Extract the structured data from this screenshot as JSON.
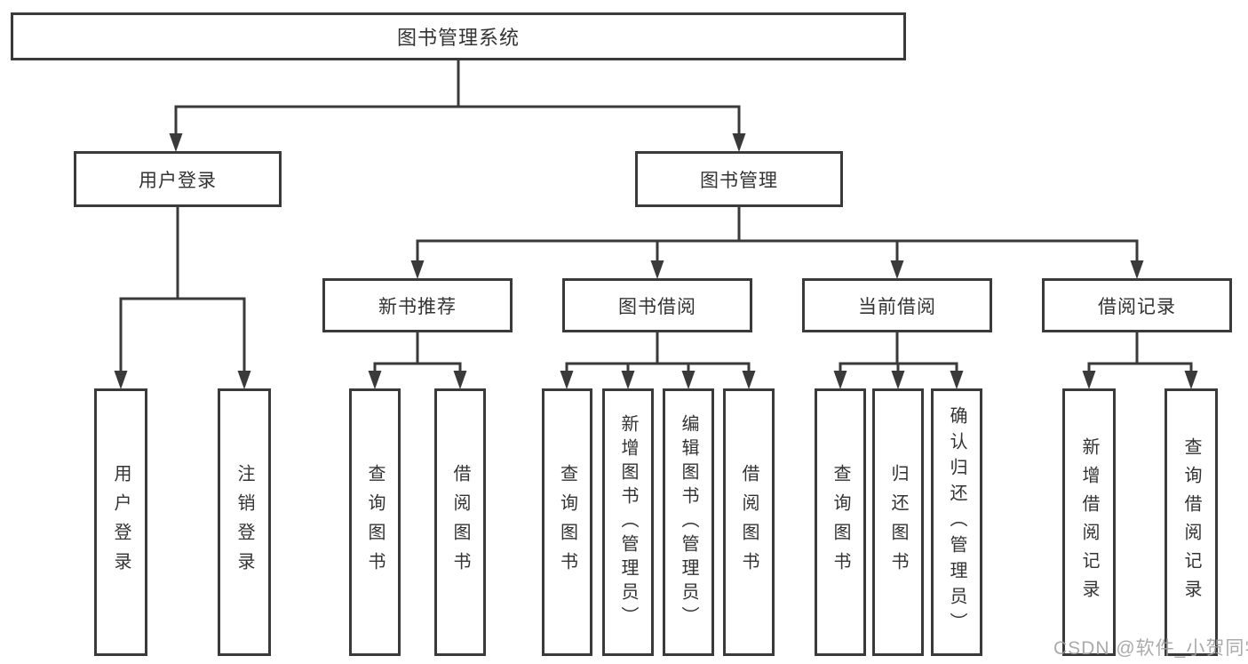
{
  "tree": {
    "root": {
      "label": "图书管理系统",
      "children": [
        {
          "label": "用户登录",
          "children": [
            {
              "label": "用户登录"
            },
            {
              "label": "注销登录"
            }
          ]
        },
        {
          "label": "图书管理",
          "children": [
            {
              "label": "新书推荐",
              "children": [
                {
                  "label": "查询图书"
                },
                {
                  "label": "借阅图书"
                }
              ]
            },
            {
              "label": "图书借阅",
              "children": [
                {
                  "label": "查询图书"
                },
                {
                  "label": "新增图书（管理员）"
                },
                {
                  "label": "编辑图书（管理员）"
                },
                {
                  "label": "借阅图书"
                }
              ]
            },
            {
              "label": "当前借阅",
              "children": [
                {
                  "label": "查询图书"
                },
                {
                  "label": "归还图书"
                },
                {
                  "label": "确认归还（管理员）"
                }
              ]
            },
            {
              "label": "借阅记录",
              "children": [
                {
                  "label": "新增借阅记录"
                },
                {
                  "label": "查询借阅记录"
                }
              ]
            }
          ]
        }
      ]
    }
  },
  "watermark": "CSDN @软件_小贺同学",
  "colors": {
    "line": "#3a3a3a",
    "text": "#333333",
    "background": "#ffffff",
    "watermark": "#a0a0a0"
  }
}
